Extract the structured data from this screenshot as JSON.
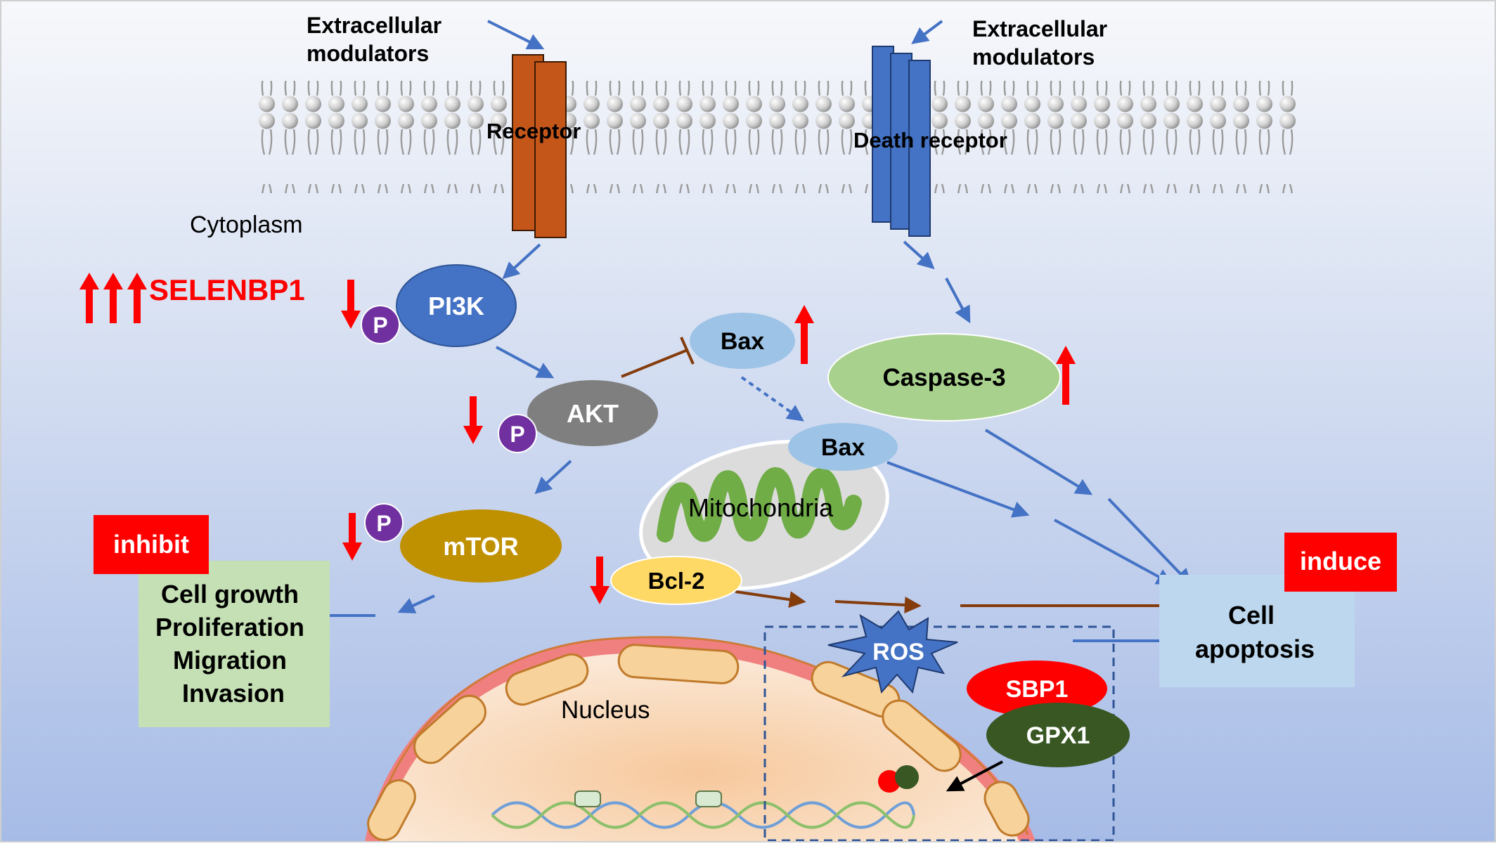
{
  "labels": {
    "extracellular_left": [
      "Extracellular",
      "modulators"
    ],
    "extracellular_right": [
      "Extracellular",
      "modulators"
    ],
    "receptor": "Receptor",
    "death_receptor": "Death receptor",
    "cytoplasm": "Cytoplasm",
    "selenbp1": "SELENBP1",
    "pi3k": "PI3K",
    "akt": "AKT",
    "mtor": "mTOR",
    "phospho": "P",
    "bax_top": "Bax",
    "bax_mito": "Bax",
    "caspase3": "Caspase-3",
    "mitochondria": "Mitochondria",
    "bcl2": "Bcl-2",
    "ros": "ROS",
    "sbp1": "SBP1",
    "gpx1": "GPX1",
    "nucleus": "Nucleus",
    "inhibit": "inhibit",
    "induce": "induce",
    "growth_box": [
      "Cell growth",
      "Proliferation",
      "Migration",
      "Invasion"
    ],
    "apoptosis_box": [
      "Cell",
      "apoptosis"
    ]
  },
  "colors": {
    "background_top": "#f5f7fb",
    "background_bottom": "#a9bde6",
    "receptor": "#c5561a",
    "death_receptor": "#4472c4",
    "pi3k": "#4472c4",
    "akt": "#7f7f7f",
    "mtor": "#bf9000",
    "phospho": "#7030a0",
    "bax": "#9dc3e6",
    "caspase3": "#a9d18e",
    "bcl2": "#ffd966",
    "ros": "#4472c4",
    "sbp1": "#ff0000",
    "gpx1": "#385723",
    "up_down_arrow": "#ff0000",
    "blue_arrow": "#4472c4",
    "brown_arrow": "#843c0c",
    "growth_box": "#c5e0b4",
    "apoptosis_box": "#bdd7ee",
    "label_box": "#ff0000"
  }
}
